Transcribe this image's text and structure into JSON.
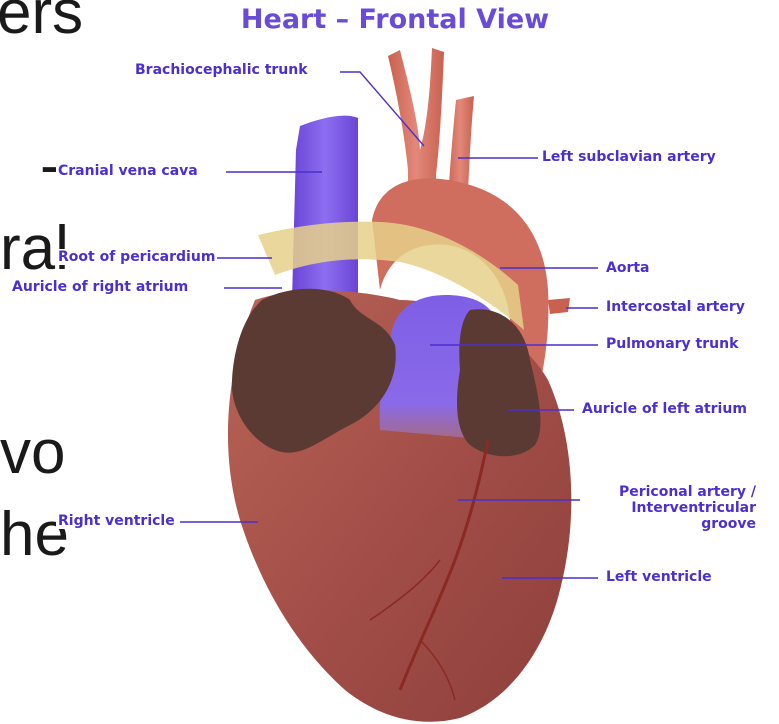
{
  "slide_fragments": {
    "top": "ers",
    "dash": "-",
    "ral": "ral",
    "vo": "vo",
    "he": "he"
  },
  "diagram": {
    "title": "Heart – Frontal View",
    "labels": {
      "brachiocephalic": "Brachiocephalic trunk",
      "cranial_vena_cava": "Cranial vena cava",
      "left_subclavian": "Left subclavian artery",
      "root_pericardium": "Root of pericardium",
      "aorta": "Aorta",
      "auricle_right": "Auricle of right atrium",
      "intercostal": "Intercostal artery",
      "pulmonary": "Pulmonary trunk",
      "auricle_left": "Auricle of left atrium",
      "right_ventricle": "Right ventricle",
      "periconal": "Periconal artery /\nInterventricular\ngroove",
      "left_ventricle": "Left ventricle"
    },
    "colors": {
      "label": "#4b2fd0",
      "title": "#6a4bd8",
      "vein": "#7a58e0",
      "muscle": "#a9514b",
      "artery": "#d9786a",
      "auricle": "#5b3a34",
      "fat": "#e6d08a"
    }
  }
}
